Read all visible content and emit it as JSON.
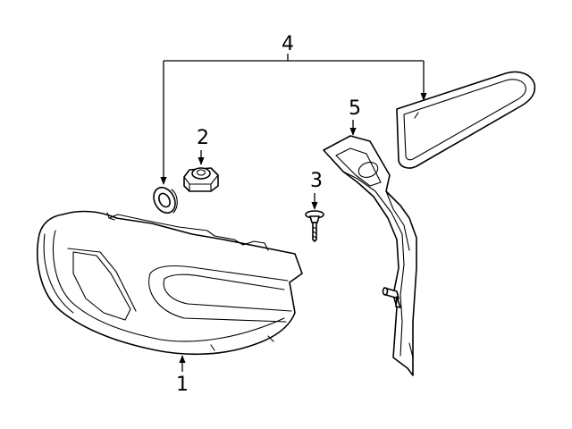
{
  "diagram": {
    "type": "exploded parts diagram",
    "colors": {
      "line": "#000000",
      "background": "#ffffff"
    },
    "callouts": [
      {
        "id": "1",
        "label": "1",
        "part": "tail-lamp-assembly"
      },
      {
        "id": "2",
        "label": "2",
        "part": "nut"
      },
      {
        "id": "3",
        "label": "3",
        "part": "screw"
      },
      {
        "id": "4",
        "label": "4",
        "part": "gasket-kit"
      },
      {
        "id": "5",
        "label": "5",
        "part": "lamp-bracket"
      }
    ]
  }
}
